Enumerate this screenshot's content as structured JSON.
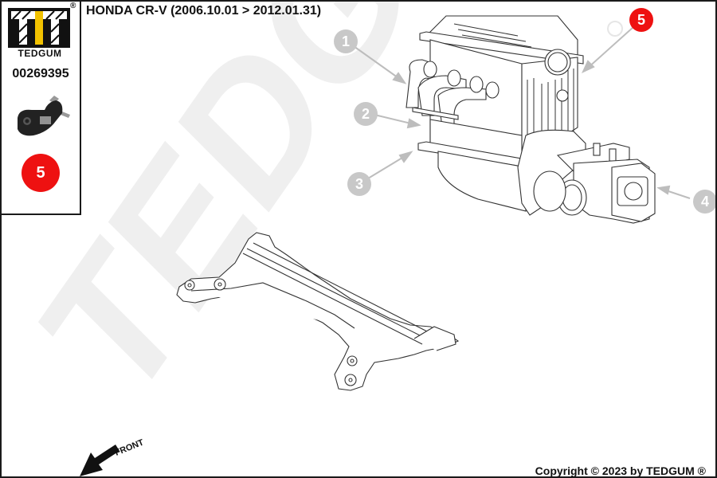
{
  "header": {
    "title": "HONDA CR-V  (2006.10.01 > 2012.01.31)"
  },
  "sidebar": {
    "brand": "TEDGUM",
    "registered_mark": "®",
    "part_number": "00269395",
    "part_image": "engine-mount-thumbnail",
    "position_badge": "5"
  },
  "diagram": {
    "watermark": "TEDGUM",
    "watermark_reg": "®",
    "front_label": "FRONT",
    "callouts": [
      {
        "label": "1",
        "highlighted": false
      },
      {
        "label": "2",
        "highlighted": false
      },
      {
        "label": "3",
        "highlighted": false
      },
      {
        "label": "4",
        "highlighted": false
      },
      {
        "label": "5",
        "highlighted": true
      }
    ],
    "components": [
      "engine-block",
      "transmission",
      "front-subframe"
    ]
  },
  "footer": {
    "copyright": "Copyright © 2023 by TEDGUM ®"
  },
  "colors": {
    "highlight_red": "#ee1111",
    "callout_grey": "#c8c8c8",
    "logo_yellow": "#f2c200",
    "watermark_grey": "#efefef",
    "line_dark": "#1a1a1a"
  }
}
